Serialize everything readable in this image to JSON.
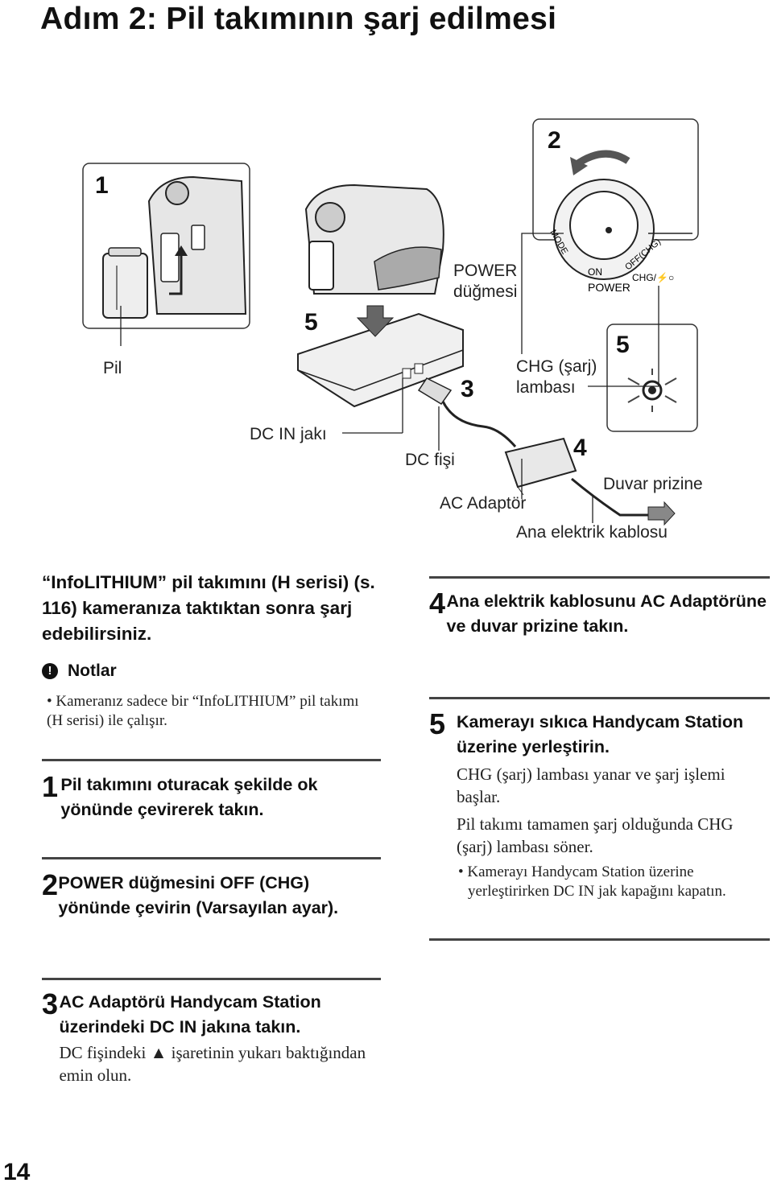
{
  "page_title": "Adım 2: Pil takımının şarj edilmesi",
  "diagram": {
    "panel_1_number": "1",
    "panel_2_number": "2",
    "panel_5_number": "5",
    "step_5_near_camera": "5",
    "step_3_number": "3",
    "step_4_number": "4",
    "label_pil": "Pil",
    "label_power_button": [
      "POWER",
      "düğmesi"
    ],
    "label_chg_lamp": [
      "CHG (şarj)",
      "lambası"
    ],
    "label_dc_in_jack": "DC IN jakı",
    "label_dc_plug": "DC fişi",
    "label_ac_adaptor": "AC Adaptör",
    "label_wall_outlet": "Duvar prizine",
    "label_mains_cable": "Ana elektrik kablosu",
    "dial_mode": "MODE",
    "dial_on": "ON",
    "dial_off_chg": "OFF(CHG)",
    "dial_power": "POWER",
    "dial_chg": "CHG/⚡○"
  },
  "intro": "“InfoLITHIUM” pil takımını (H serisi) (s. 116) kameranıza taktıktan sonra şarj edebilirsiniz.",
  "notes": {
    "icon": "!",
    "heading": "Notlar",
    "items": [
      "Kameranız sadece bir “InfoLITHIUM” pil takımı (H serisi) ile çalışır."
    ]
  },
  "steps": [
    {
      "num": "1",
      "text": "Pil takımını oturacak şekilde ok yönünde çevirerek takın."
    },
    {
      "num": "2",
      "text": "POWER düğmesini OFF (CHG) yönünde çevirin (Varsayılan ayar)."
    },
    {
      "num": "3",
      "text": "AC Adaptörü Handycam Station üzerindeki DC IN jakına takın.",
      "detail": "DC fişindeki ▲ işaretinin yukarı baktığından emin olun."
    },
    {
      "num": "4",
      "text": "Ana elektrik kablosunu AC Adaptörüne ve duvar prizine takın."
    },
    {
      "num": "5",
      "text": "Kamerayı sıkıca Handycam Station üzerine yerleştirin.",
      "detail1": "CHG (şarj) lambası yanar ve şarj işlemi başlar.",
      "detail2": "Pil takımı tamamen şarj olduğunda CHG (şarj) lambası söner.",
      "bullet": "Kamerayı Handycam Station üzerine yerleştirirken DC IN jak kapağını kapatın."
    }
  ],
  "page_number": "14"
}
